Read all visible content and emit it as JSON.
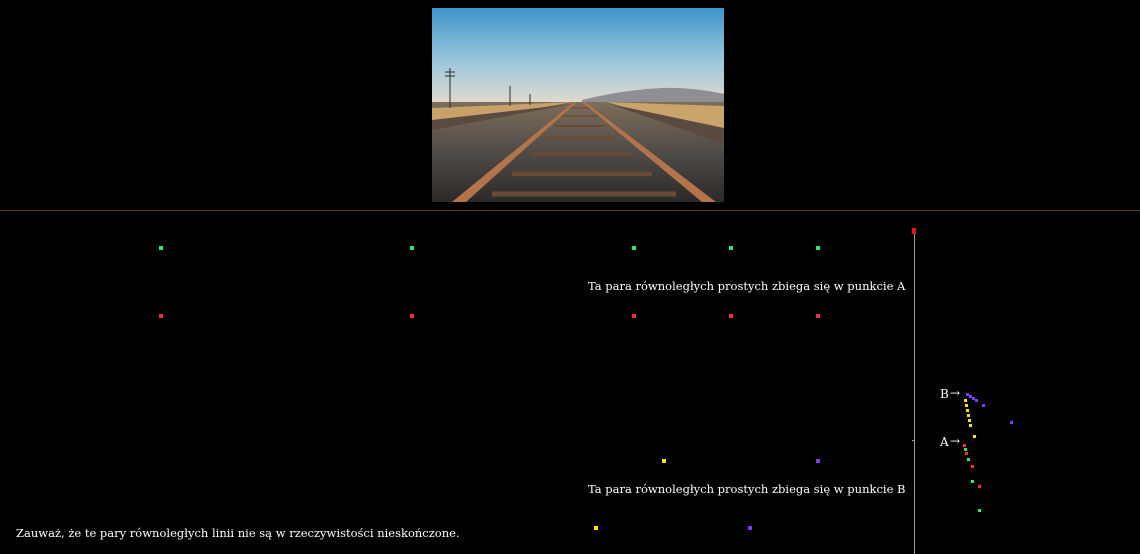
{
  "colors": {
    "background": "#000000",
    "divider": "#6b2e1f",
    "green": "#2ee86b",
    "red": "#f03030",
    "yellow": "#f4e416",
    "purple": "#7a3cff"
  },
  "image": {
    "alt": "railway-tracks-photo"
  },
  "captions": {
    "pair_a": "Ta para równoległych prostych zbiega się w punkcie A",
    "pair_b": "Ta para równoległych prostych zbiega się w punkcie B",
    "note": "Zauważ, że te pary równoległych linii nie są w rzeczywistości nieskończone."
  },
  "markers": {
    "a_label": "A",
    "b_label": "B",
    "arrow": "→"
  }
}
